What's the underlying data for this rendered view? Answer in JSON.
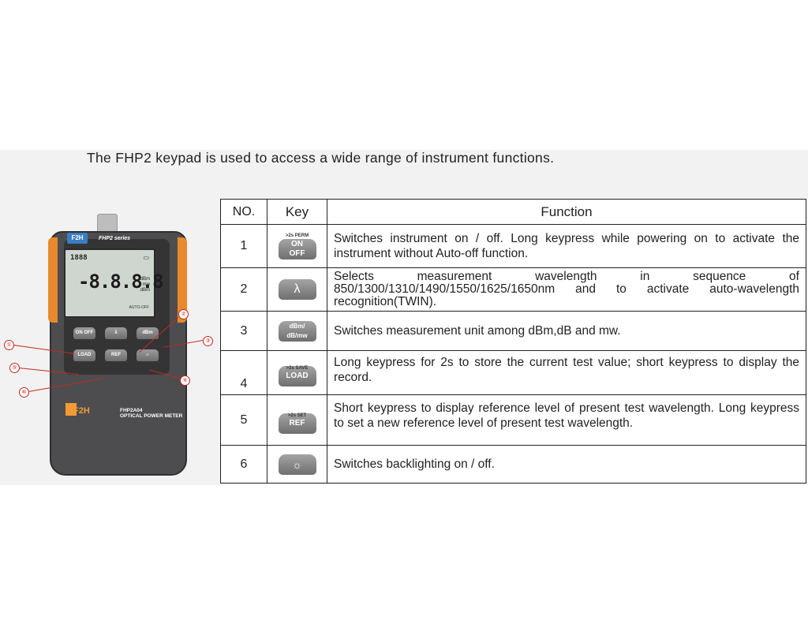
{
  "intro": "The FHP2 keypad is used to access a wide range of instrument functions.",
  "table": {
    "headers": {
      "no": "NO.",
      "key": "Key",
      "function": "Function"
    },
    "rows": [
      {
        "no": "1",
        "key_top": ">2s PERM",
        "key_l1": "ON",
        "key_l2": "OFF",
        "icon": "on-off-key-icon",
        "function": "Switches instrument on / off. Long keypress while powering on to activate the instrument without Auto-off function."
      },
      {
        "no": "2",
        "key_l1": "λ",
        "icon": "lambda-key-icon",
        "function": "Selects measurement wavelength in sequence of 850/1300/1310/1490/1550/1625/1650nm and to activate auto-wavelength recognition(TWIN)."
      },
      {
        "no": "3",
        "key_l1": "dBm/",
        "key_l2": "dB/mw",
        "icon": "unit-key-icon",
        "function": "Switches measurement unit among dBm,dB and mw."
      },
      {
        "no": "4",
        "key_top": ">2s SAVE",
        "key_l1": "LOAD",
        "icon": "load-key-icon",
        "function": "Long keypress for 2s to store the current test value; short keypress to display the record."
      },
      {
        "no": "5",
        "key_top": ">2s SET",
        "key_l1": "REF",
        "icon": "ref-key-icon",
        "function": "Short keypress to display reference level of present test wavelength. Long keypress to set a new reference level of present test wavelength."
      },
      {
        "no": "6",
        "key_l1": "☼",
        "icon": "backlight-key-icon",
        "function": "Switches backlighting on / off."
      }
    ]
  },
  "device": {
    "badge": "F2H",
    "series": "FHP2 series",
    "lcd_top": "1888",
    "lcd_digits": "-8.8.8.8",
    "lcd_unit_1": "dBm",
    "lcd_unit_2": "mw",
    "lcd_unit_3": "dBm",
    "lcd_bottom": "AUTO-OFF",
    "keys": [
      "ON OFF",
      "λ",
      "dBm",
      "LOAD",
      "REF",
      "☼"
    ],
    "logo": "F2H",
    "model_1": "FHP2A04",
    "model_2": "OPTICAL POWER METER",
    "callouts": [
      "①",
      "②",
      "③",
      "④",
      "⑤",
      "⑥"
    ]
  },
  "colors": {
    "accent_orange": "#e8892d",
    "device_body": "#4d4d4f",
    "callout_red": "#c12a20"
  }
}
